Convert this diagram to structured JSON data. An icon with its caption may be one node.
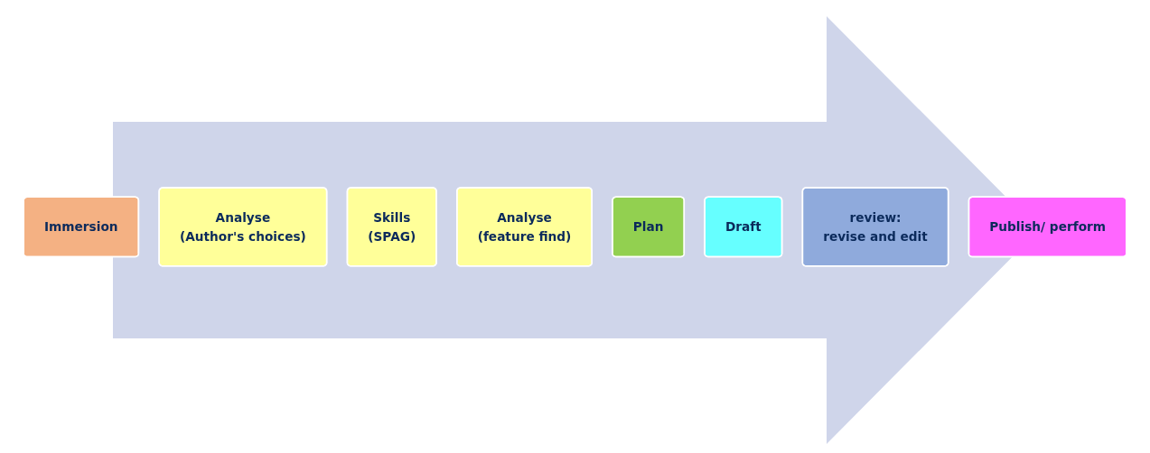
{
  "diagram": {
    "nodes": [
      {
        "text": [
          "Immersion"
        ]
      },
      {
        "text": [
          "Analyse",
          "(Author's choices)"
        ]
      },
      {
        "text": [
          "Skills",
          "(SPAG)"
        ]
      },
      {
        "text": [
          "Analyse",
          "(feature find)"
        ]
      },
      {
        "text": [
          "Plan"
        ]
      },
      {
        "text": [
          "Draft"
        ]
      },
      {
        "text": [
          "review:",
          "revise and edit"
        ]
      },
      {
        "text": [
          "Publish/ perform"
        ]
      }
    ],
    "edges": [
      {
        "from": 0,
        "to": 7,
        "arrow": "to",
        "style": "thick",
        "color": "#cfd5ea"
      }
    ]
  }
}
